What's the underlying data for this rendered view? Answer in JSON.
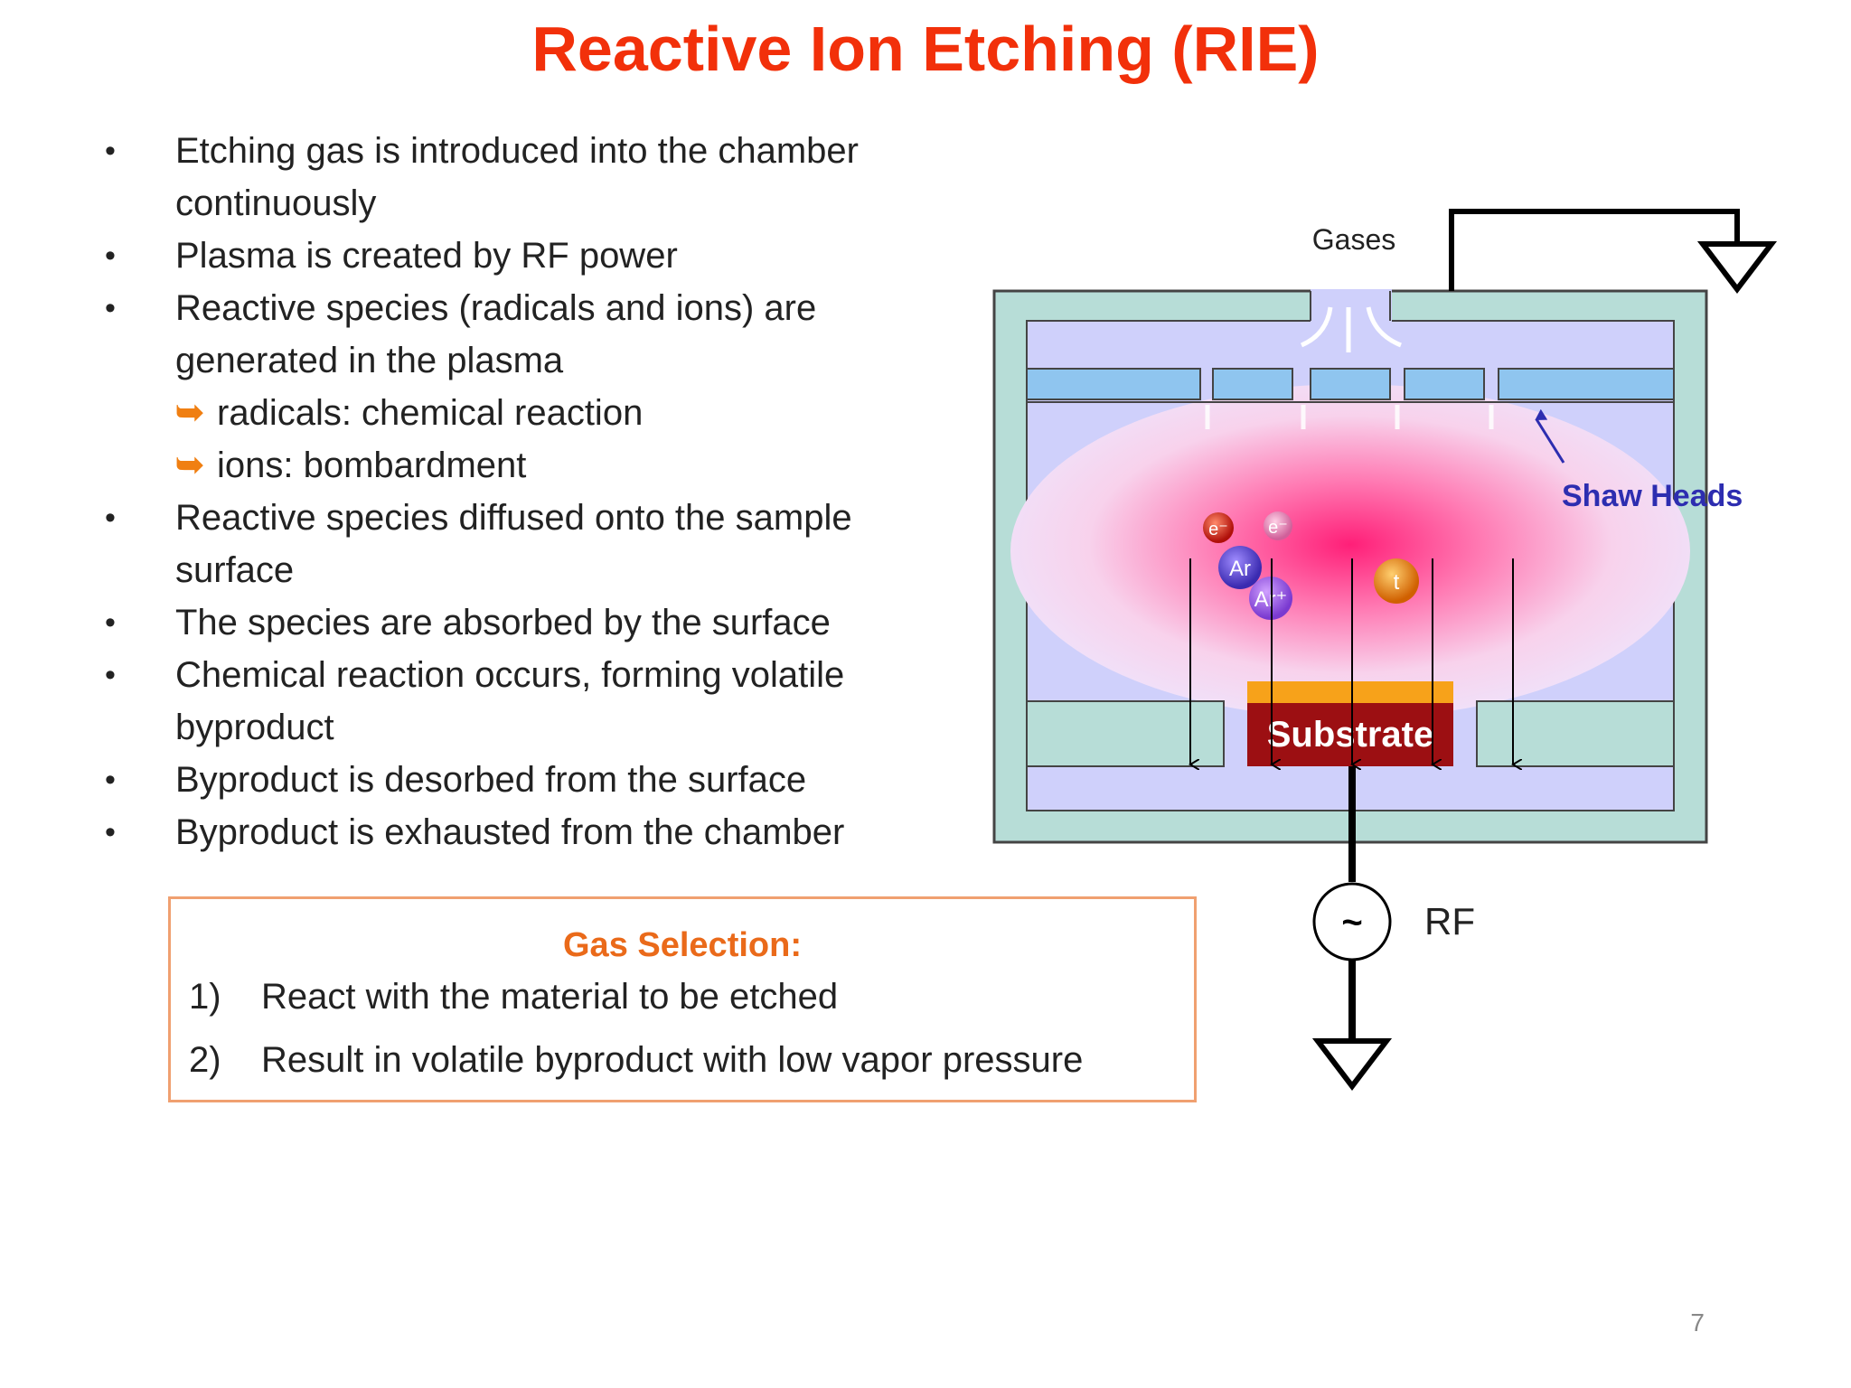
{
  "title": "Reactive Ion Etching (RIE)",
  "bullets": [
    {
      "lines": [
        "Etching gas is introduced into the chamber",
        "continuously"
      ]
    },
    {
      "lines": [
        "Plasma is created by RF power"
      ]
    },
    {
      "lines": [
        "Reactive species (radicals and ions) are",
        "generated in the plasma"
      ],
      "subs": [
        "radicals: chemical reaction",
        "ions: bombardment"
      ]
    },
    {
      "lines": [
        "Reactive species diffused onto the sample",
        "surface"
      ]
    },
    {
      "lines": [
        "The species are absorbed by the surface"
      ]
    },
    {
      "lines": [
        "Chemical reaction occurs, forming volatile",
        "byproduct"
      ]
    },
    {
      "lines": [
        "Byproduct is desorbed from the surface"
      ]
    },
    {
      "lines": [
        "Byproduct is exhausted from the chamber"
      ]
    }
  ],
  "bullet_symbol": "•",
  "sub_symbol": "➥",
  "gas_box": {
    "title": "Gas Selection:",
    "items": [
      {
        "num": "1)",
        "text": "React with the material to be etched"
      },
      {
        "num": "2)",
        "text": "Result in volatile byproduct with low vapor pressure"
      }
    ]
  },
  "diagram": {
    "gases_label": "Gases",
    "shower_label": "Shaw Heads",
    "substrate_label": "Substrate",
    "rf_label": "RF",
    "rf_symbol": "~",
    "particles": [
      "e⁻",
      "e⁻",
      "Ar",
      "Ar⁺",
      "t"
    ]
  },
  "colors": {
    "title": "#f2300a",
    "chamber_wall": "#b7ddd7",
    "chamber_inner": "#cfd0fb",
    "showerhead": "#8fc5ef",
    "plasma_core": "#ff1f78",
    "substrate": "#9c0f12",
    "substrate_top": "#f7a21a",
    "shower_label": "#2d2db0",
    "accent_orange": "#ea6a1a"
  },
  "page_number": "7"
}
